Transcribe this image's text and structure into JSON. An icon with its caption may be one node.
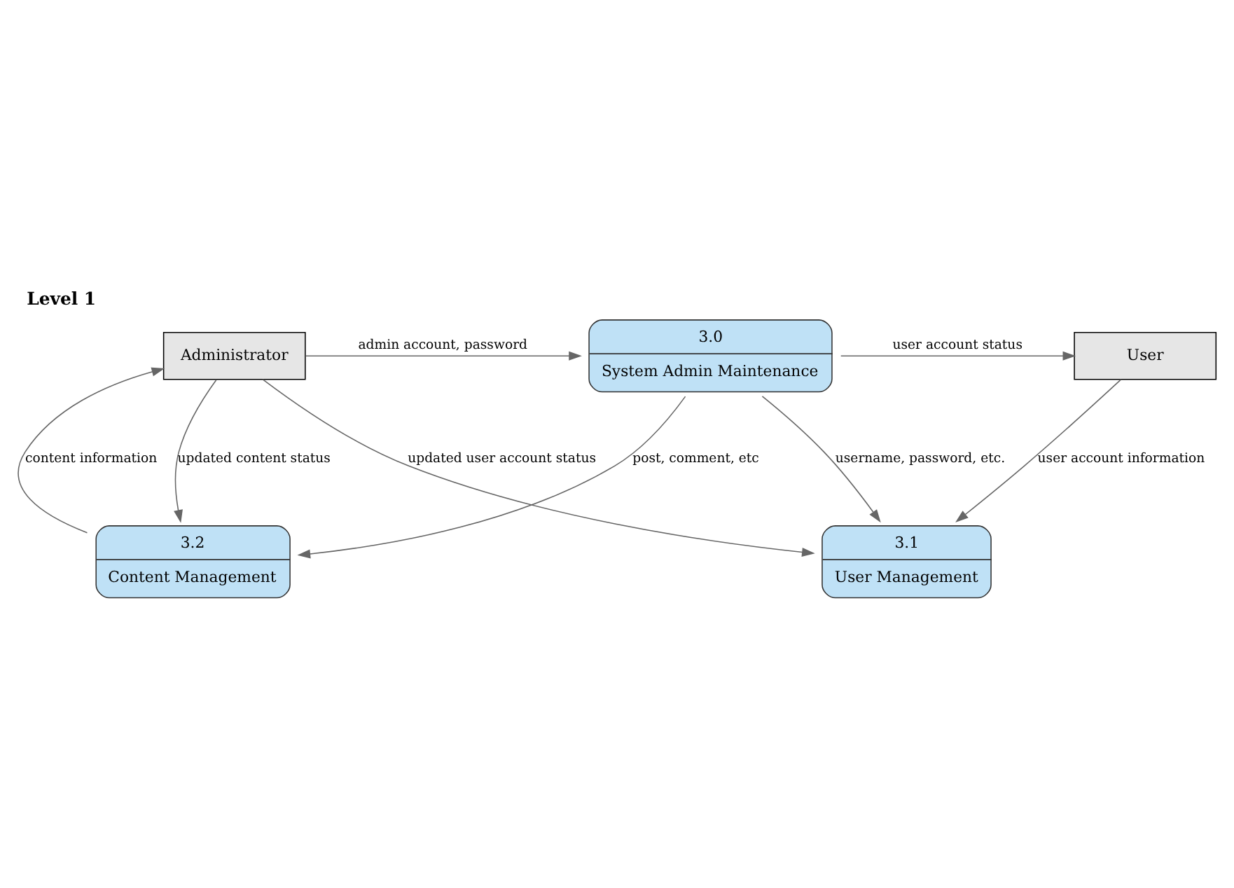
{
  "diagram": {
    "title": "Level 1",
    "nodes": [
      {
        "text": [
          "User"
        ]
      },
      {
        "text": [
          "3.0",
          "System Admin Maintenance"
        ]
      },
      {
        "text": [
          "Administrator"
        ]
      },
      {
        "text": [
          "3.1",
          "User Management"
        ]
      },
      {
        "text": [
          "3.2",
          "Content Management"
        ]
      }
    ],
    "edges": [
      {
        "from": 1,
        "to": 0,
        "arrow": "to",
        "label": "user account status"
      },
      {
        "from": 2,
        "to": 1,
        "arrow": "to",
        "label": "admin account, password"
      },
      {
        "from": 1,
        "to": 3,
        "arrow": "to",
        "label": "username, password, etc."
      },
      {
        "from": 1,
        "to": 4,
        "arrow": "to",
        "label": "post, comment, etc"
      },
      {
        "from": 2,
        "to": 4,
        "arrow": "to",
        "label": "updated content status"
      },
      {
        "from": 0,
        "to": 3,
        "arrow": "to",
        "label": "user account information"
      },
      {
        "from": 4,
        "to": 2,
        "arrow": "to",
        "label": "content information"
      },
      {
        "from": 2,
        "to": 3,
        "arrow": "to",
        "label": "updated user account status"
      }
    ]
  }
}
